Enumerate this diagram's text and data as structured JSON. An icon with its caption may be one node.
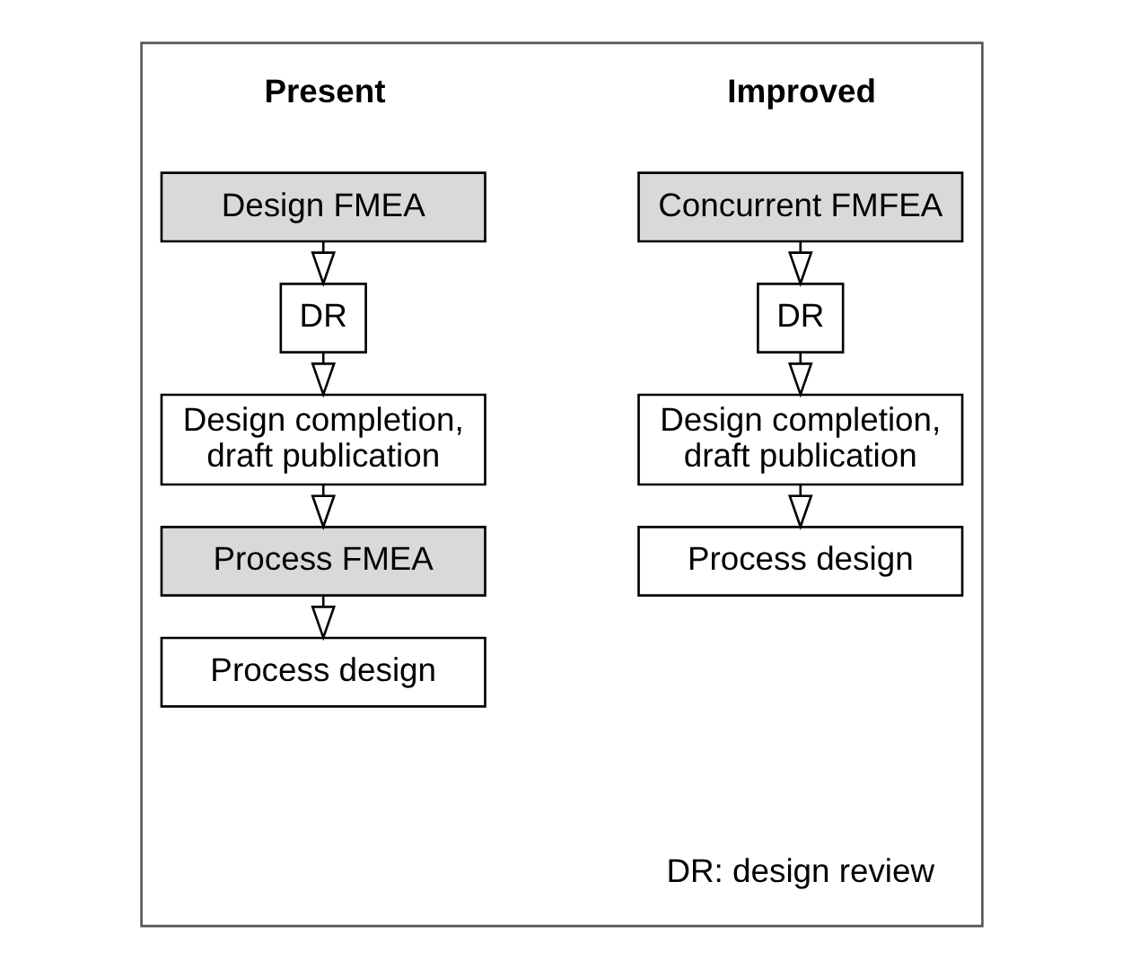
{
  "diagram": {
    "nodes": [
      {
        "text": [],
        "shape": "box"
      },
      {
        "text": [
          "Design FMEA"
        ],
        "in": 0
      },
      {
        "text": [
          "DR"
        ],
        "in": 0
      },
      {
        "text": [
          "Design completion, draft publication"
        ],
        "in": 0
      },
      {
        "text": [
          "Process FMEA"
        ],
        "in": 0
      },
      {
        "text": [
          "Process design"
        ],
        "in": 0
      },
      {
        "text": [
          "Concurrent FMFEA"
        ],
        "in": 0
      },
      {
        "text": [
          "DR"
        ],
        "in": 0
      },
      {
        "text": [
          "Design completion, draft publication"
        ],
        "in": 0
      },
      {
        "text": [
          "Process design"
        ],
        "in": 0
      }
    ],
    "edges": [
      {
        "from": 1,
        "to": 2,
        "arrow": "to"
      },
      {
        "from": 2,
        "to": 3,
        "arrow": "to"
      },
      {
        "from": 3,
        "to": 4,
        "arrow": "to"
      },
      {
        "from": 4,
        "to": 5,
        "arrow": "to"
      },
      {
        "from": 6,
        "to": 7,
        "arrow": "to"
      },
      {
        "from": 7,
        "to": 8,
        "arrow": "to"
      },
      {
        "from": 8,
        "to": 9,
        "arrow": "to"
      }
    ],
    "labels": [
      "Present",
      "Improved",
      "DR: design review"
    ]
  }
}
